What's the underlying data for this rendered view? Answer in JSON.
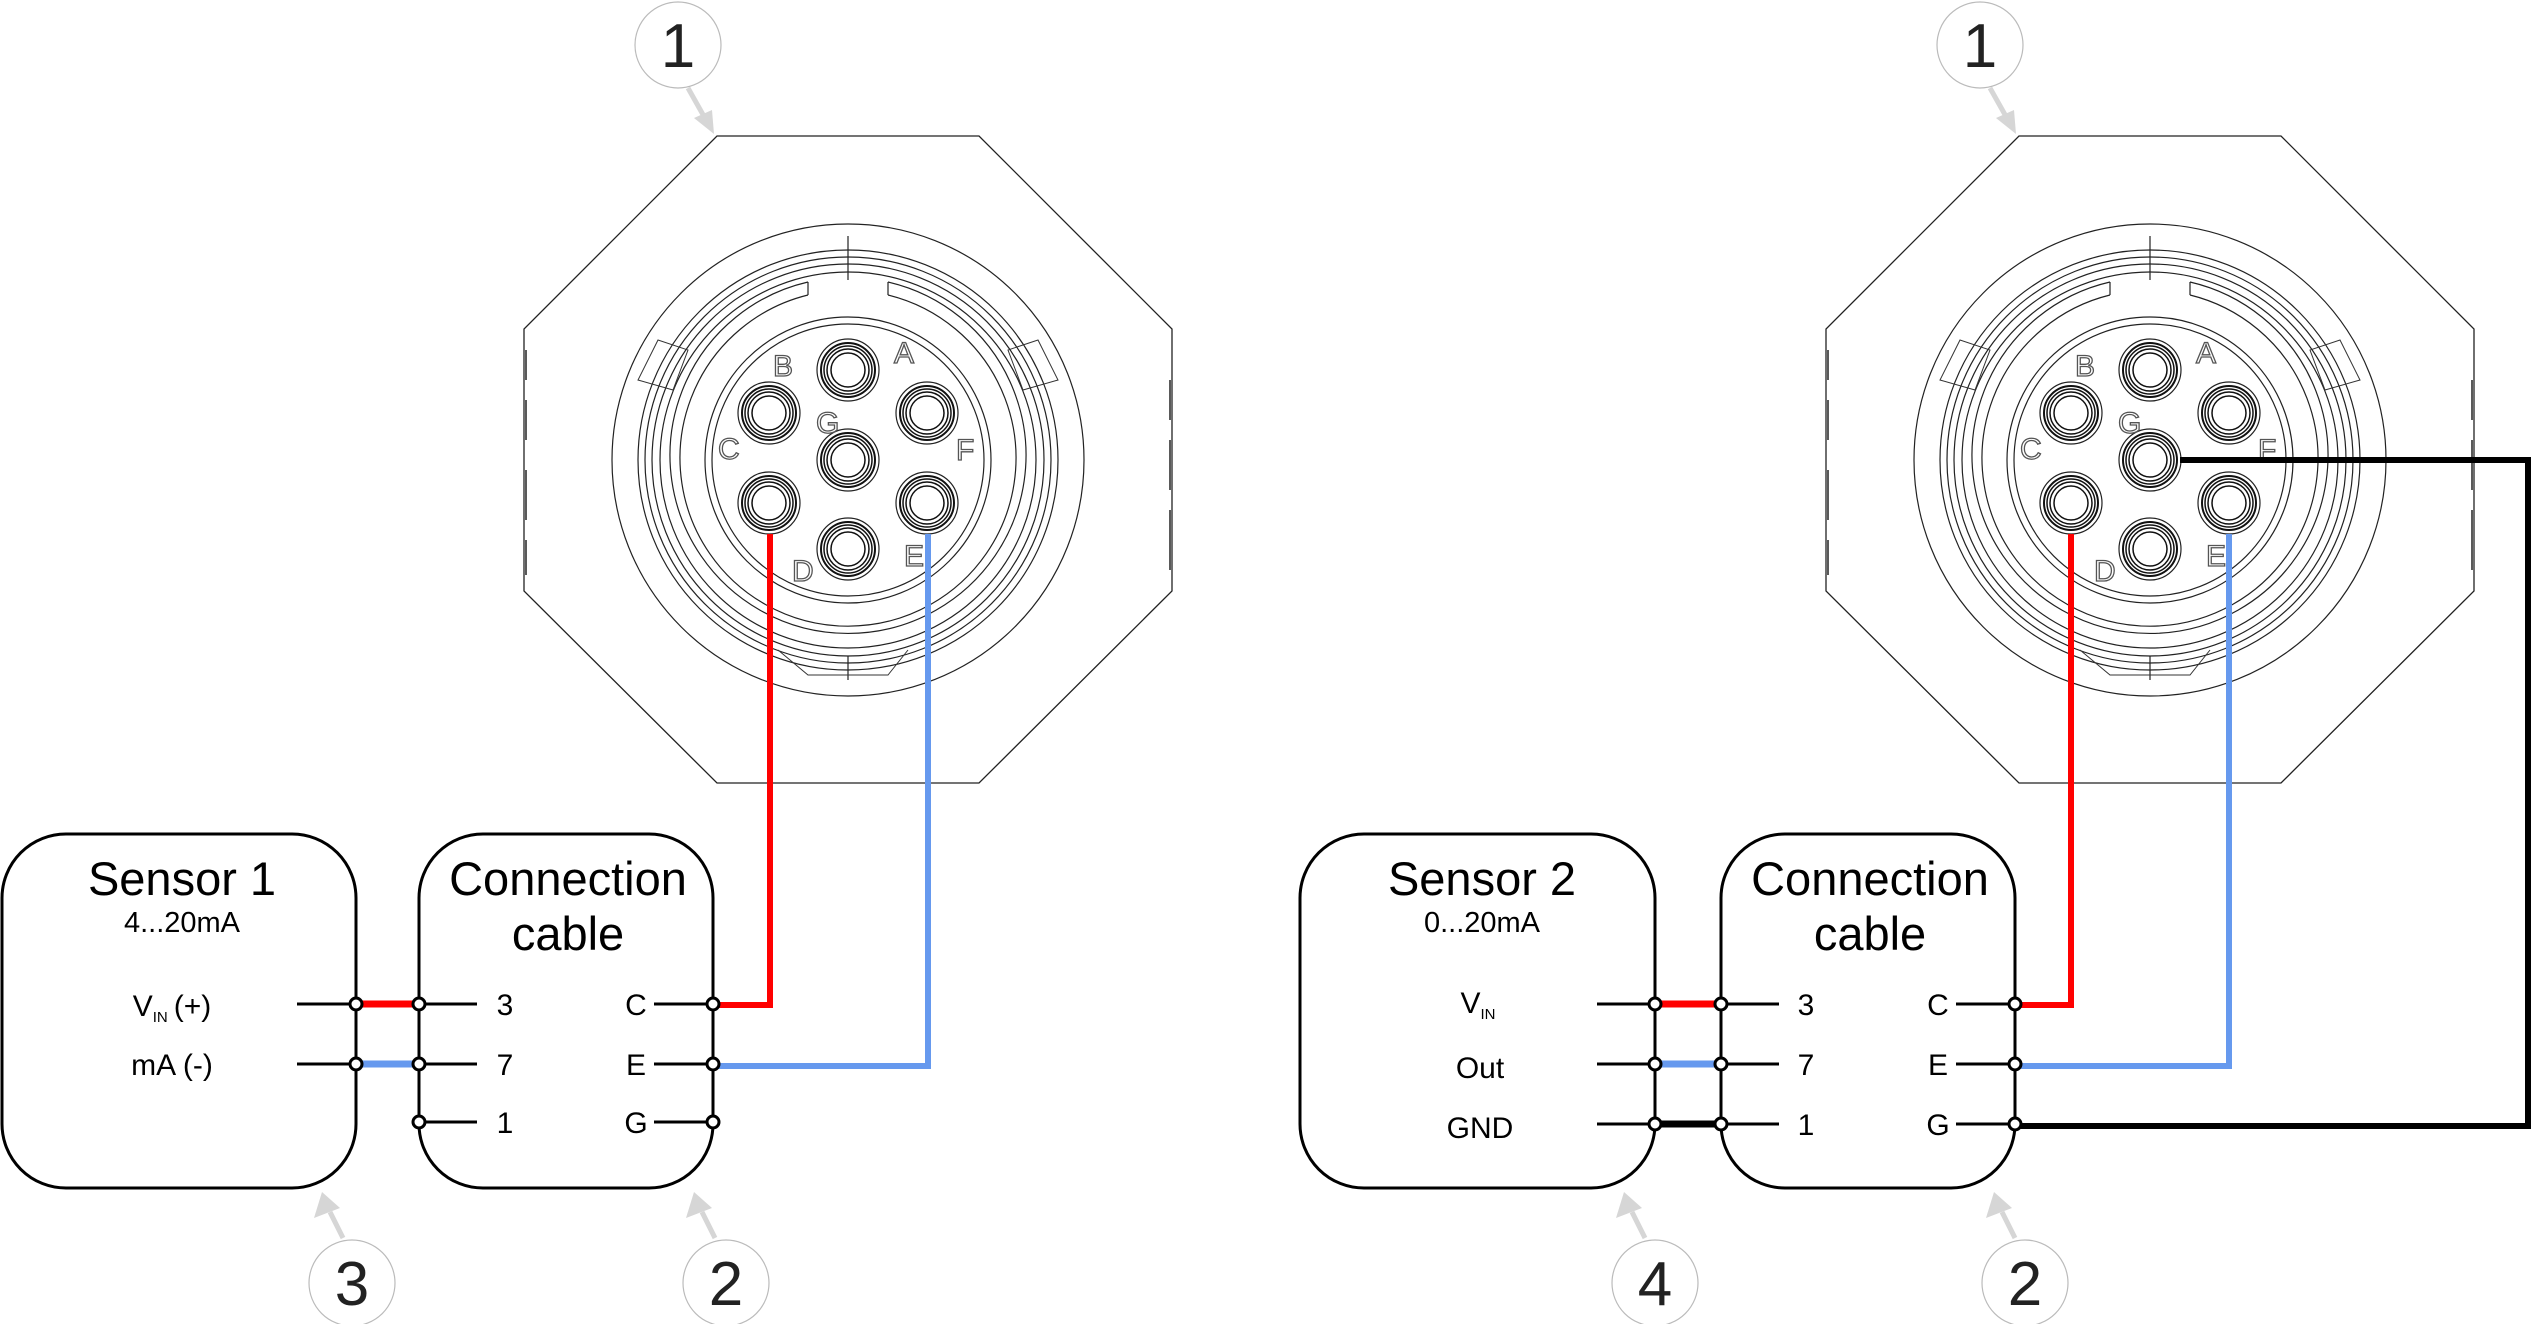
{
  "colors": {
    "wire_vin": "#ff0000",
    "wire_signal": "#6699ee",
    "wire_ground": "#000000",
    "callout": "#d6d6d6"
  },
  "callouts": {
    "connector": "1",
    "cable": "2",
    "sensor1": "3",
    "sensor2": "4"
  },
  "connector": {
    "pins": [
      "A",
      "B",
      "C",
      "D",
      "E",
      "F",
      "G"
    ]
  },
  "left": {
    "sensor": {
      "title": "Sensor 1",
      "range": "4...20mA",
      "terminals": [
        {
          "main": "V",
          "subscript": "IN",
          "suffix": "(+)"
        },
        {
          "main": "mA (-)",
          "subscript": "",
          "suffix": ""
        }
      ]
    },
    "cable": {
      "title_line1": "Connection",
      "title_line2": "cable",
      "left_terminals": [
        "3",
        "7",
        "1"
      ],
      "right_terminals": [
        "C",
        "E",
        "G"
      ]
    },
    "wiring": [
      {
        "from": "V_IN (+)",
        "cable_wire": "3",
        "connector_pin": "C",
        "color": "red"
      },
      {
        "from": "mA (-)",
        "cable_wire": "7",
        "connector_pin": "E",
        "color": "blue"
      }
    ]
  },
  "right": {
    "sensor": {
      "title": "Sensor 2",
      "range": "0...20mA",
      "terminals": [
        {
          "main": "V",
          "subscript": "IN",
          "suffix": ""
        },
        {
          "main": "Out",
          "subscript": "",
          "suffix": ""
        },
        {
          "main": "GND",
          "subscript": "",
          "suffix": ""
        }
      ]
    },
    "cable": {
      "title_line1": "Connection",
      "title_line2": "cable",
      "left_terminals": [
        "3",
        "7",
        "1"
      ],
      "right_terminals": [
        "C",
        "E",
        "G"
      ]
    },
    "wiring": [
      {
        "from": "V_IN",
        "cable_wire": "3",
        "connector_pin": "C",
        "color": "red"
      },
      {
        "from": "Out",
        "cable_wire": "7",
        "connector_pin": "E",
        "color": "blue"
      },
      {
        "from": "GND",
        "cable_wire": "1",
        "connector_pin": "G",
        "color": "black"
      }
    ]
  }
}
